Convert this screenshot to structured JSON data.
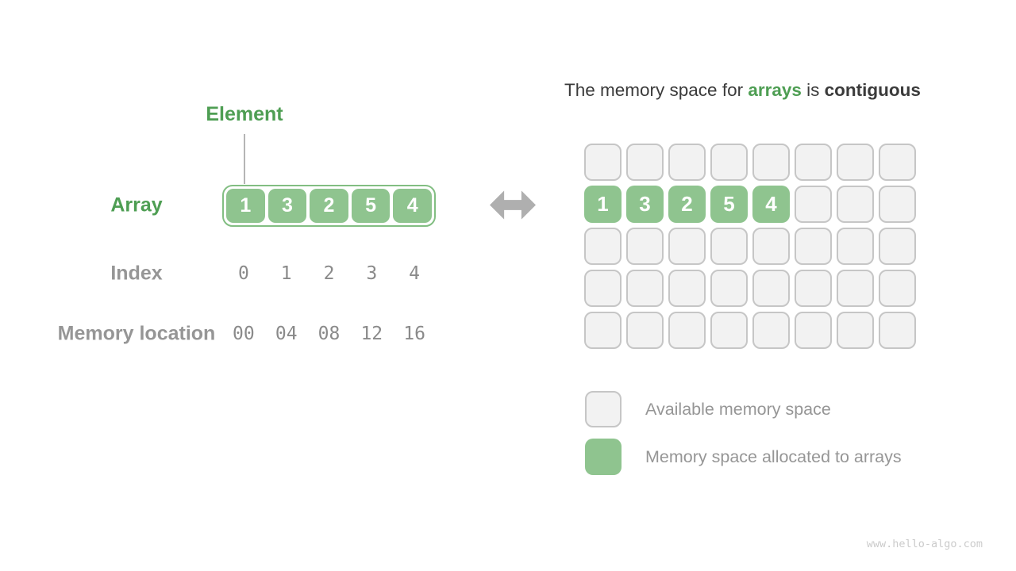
{
  "palette": {
    "green-text": "#4E9E53",
    "green-cell": "#8FC48F",
    "green-border": "#82BE82",
    "gray-label": "#969696",
    "gray-mono": "#8A8A8A",
    "gray-title": "#3B3B3B",
    "grid-fill": "#F2F2F2",
    "grid-border": "#C6C6C6",
    "arrow-gray": "#AFAFAF",
    "watermark-gray": "#CBCBCB"
  },
  "left": {
    "element_label": "Element",
    "array_label": "Array",
    "array_values": [
      "1",
      "3",
      "2",
      "5",
      "4"
    ],
    "index_label": "Index",
    "index_values": [
      "0",
      "1",
      "2",
      "3",
      "4"
    ],
    "memory_label": "Memory location",
    "memory_values": [
      "00",
      "04",
      "08",
      "12",
      "16"
    ]
  },
  "arrow": {
    "icon": "left-right-arrow"
  },
  "right": {
    "title": {
      "prefix": "The memory space for ",
      "highlight": "arrays",
      "middle": " is ",
      "emphasis": "contiguous"
    },
    "grid": {
      "rows": 5,
      "cols": 8,
      "allocated_row": 1,
      "allocated_values": [
        "1",
        "3",
        "2",
        "5",
        "4"
      ]
    },
    "legend": [
      {
        "swatch": "available",
        "label": "Available memory space"
      },
      {
        "swatch": "allocated",
        "label": "Memory space allocated to arrays"
      }
    ]
  },
  "watermark": "www.hello-algo.com"
}
